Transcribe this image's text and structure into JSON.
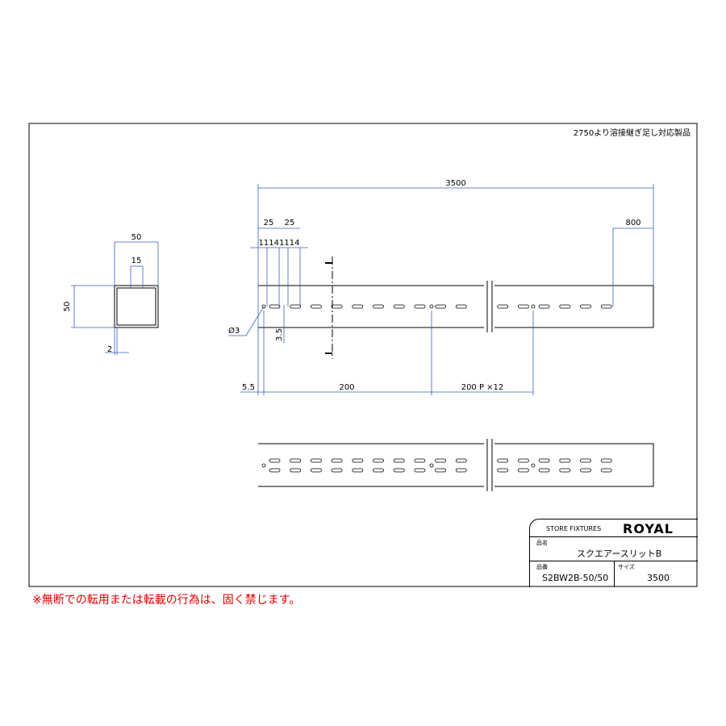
{
  "note_top": "2750より溶接継ぎ足し対応製品",
  "dims": {
    "overall": "3500",
    "end": "800",
    "pitch25a": "25",
    "pitch25b": "25",
    "slot_dims": "11141114",
    "hole": "Ø3",
    "slot_w": "3.5",
    "edge": "5.5",
    "first": "200",
    "pitch": "200 P ×12",
    "sec_w": "50",
    "sec_h": "50",
    "sec_slot": "15",
    "thickness": "2"
  },
  "title_block": {
    "company_sub": "STORE FIXTURES",
    "brand": "ROYAL",
    "name_label": "品名",
    "name": "スクエアースリットB",
    "code_label": "品番",
    "code": "S2BW2B-50/50",
    "size_label": "サイズ",
    "size": "3500"
  },
  "notice": "※無断での転用または転載の行為は、固く禁じます。",
  "colors": {
    "dimension": "#3a5fbf",
    "notice": "#e00000"
  }
}
